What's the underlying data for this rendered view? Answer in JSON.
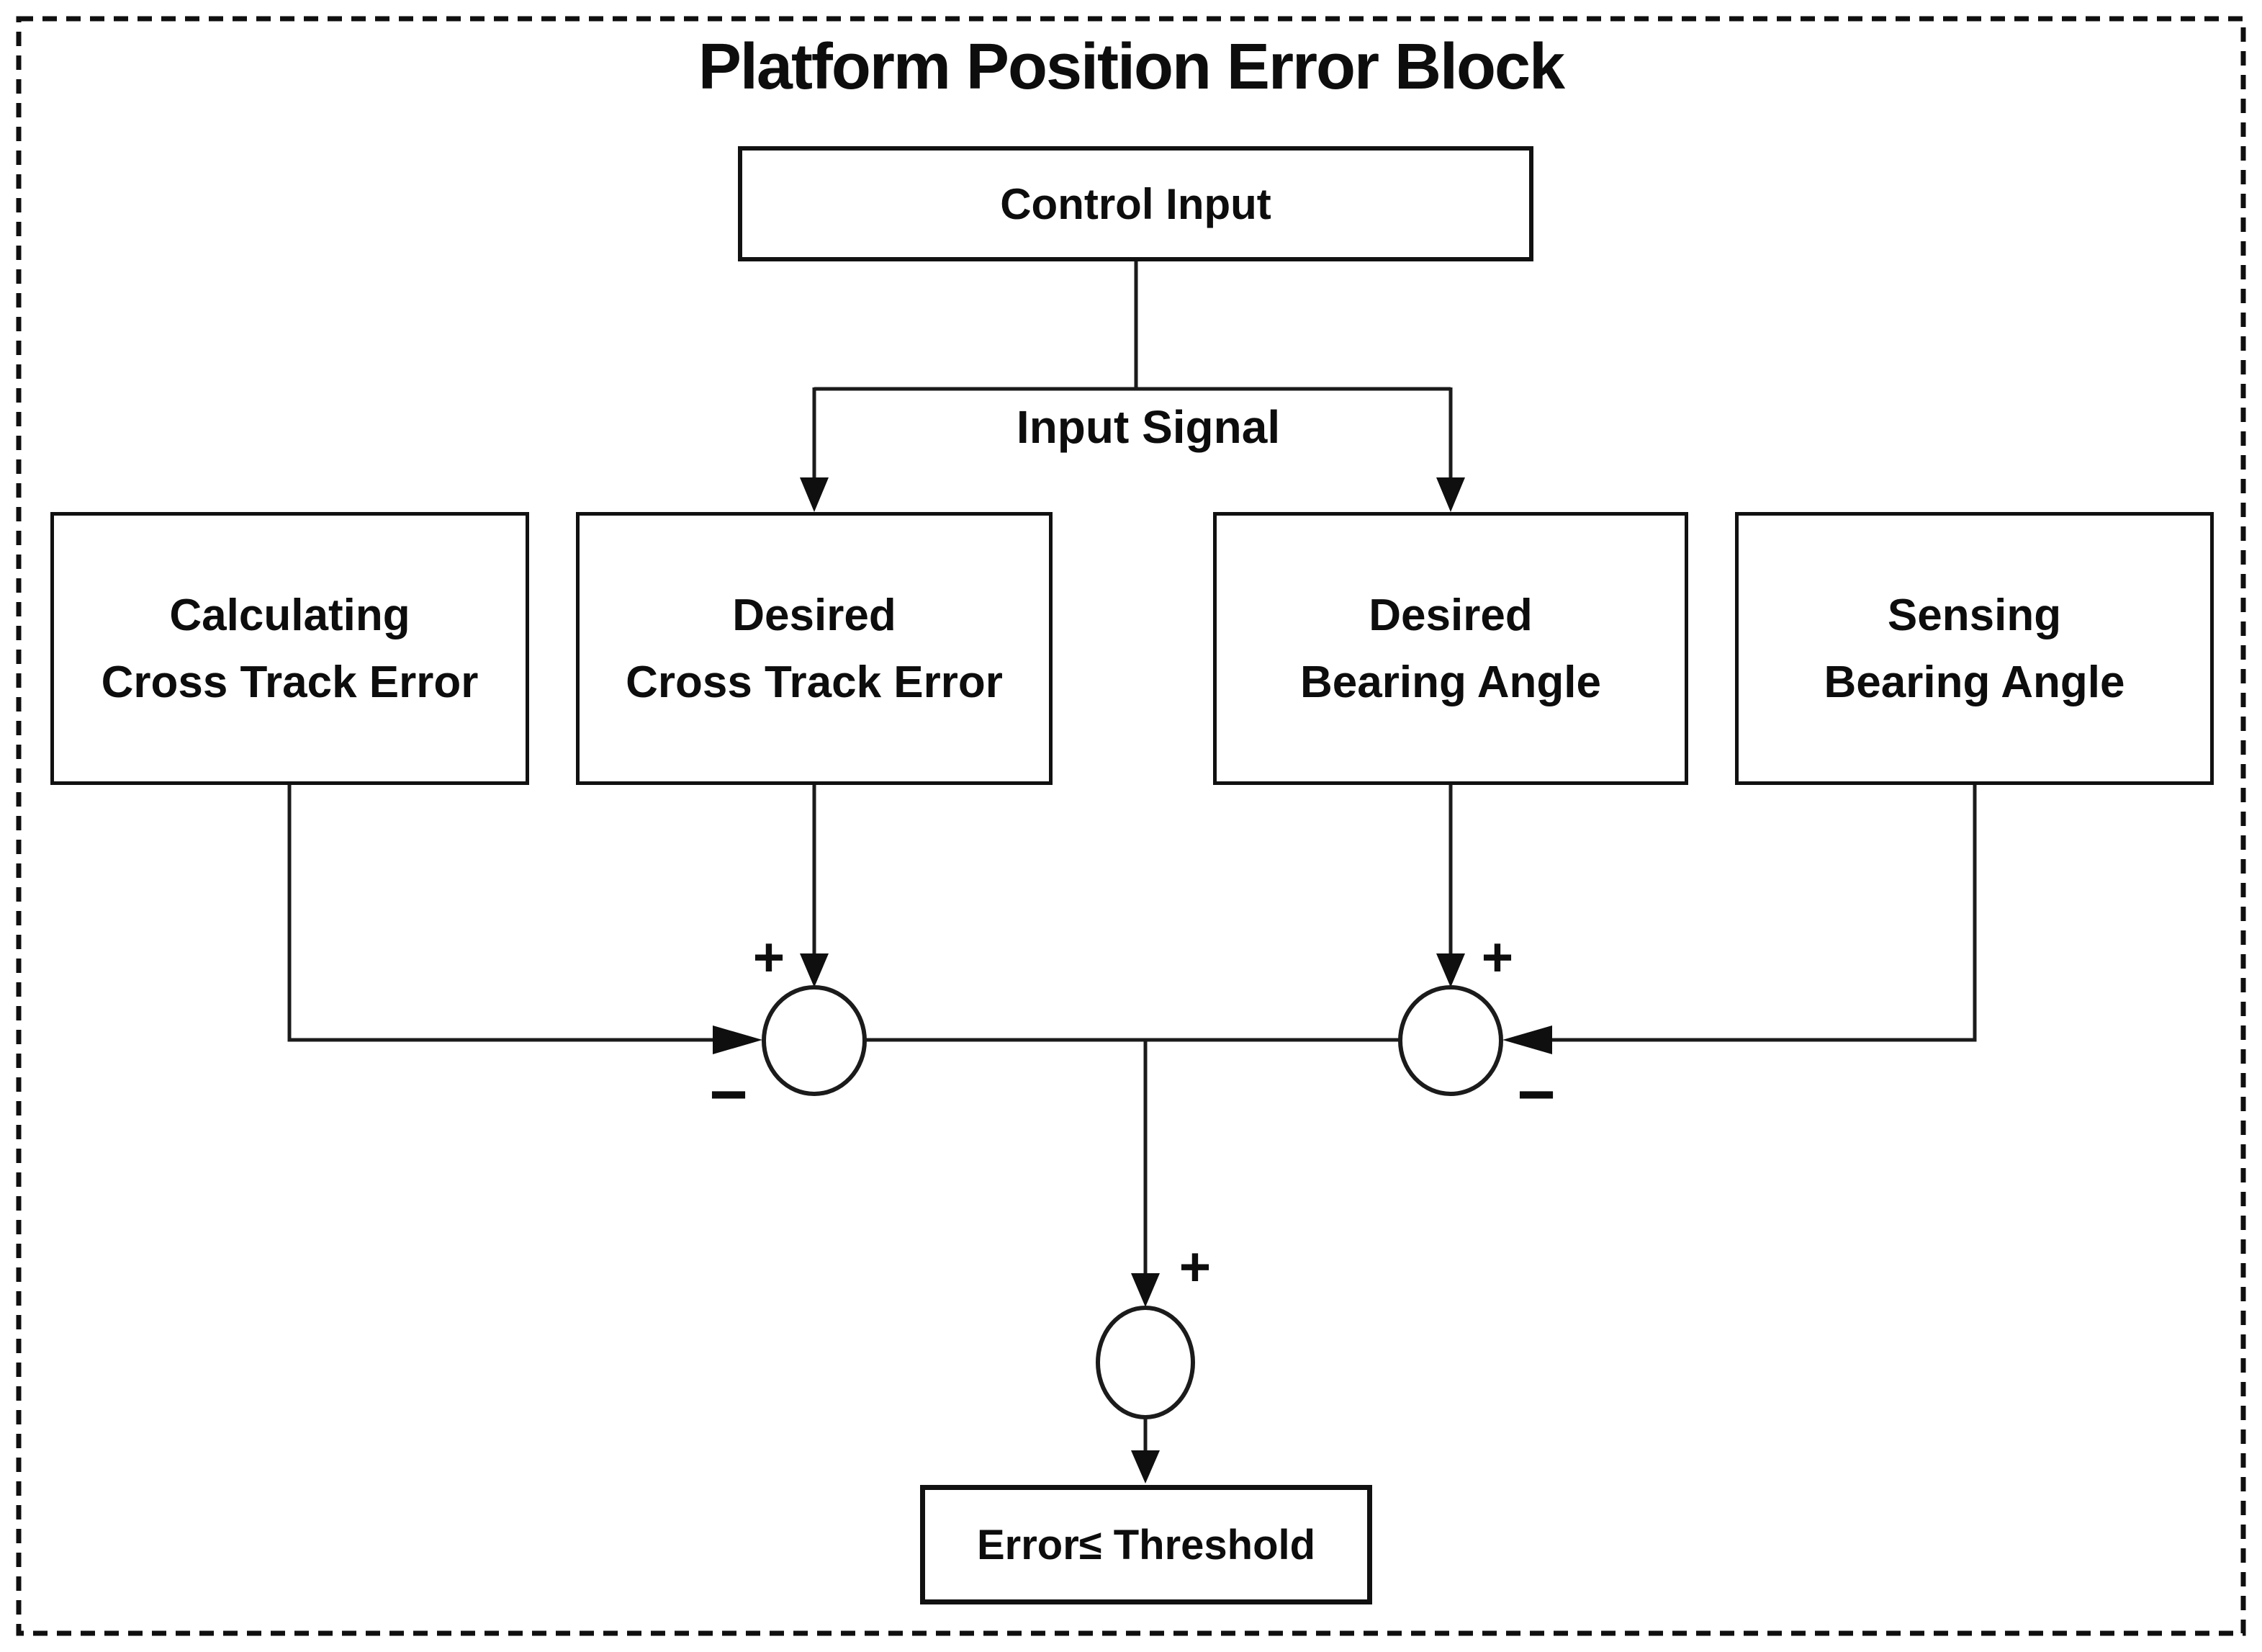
{
  "diagram": {
    "title": "Platform Position Error Block",
    "labels": {
      "input_signal": "Input Signal"
    },
    "nodes": {
      "control_input": {
        "label": "Control Input"
      },
      "calculating_cross_track_error": {
        "line1": "Calculating",
        "line2": "Cross Track Error"
      },
      "desired_cross_track_error": {
        "line1": "Desired",
        "line2": "Cross Track Error"
      },
      "desired_bearing_angle": {
        "line1": "Desired",
        "line2": "Bearing Angle"
      },
      "sensing_bearing_angle": {
        "line1": "Sensing",
        "line2": "Bearing Angle"
      },
      "error_threshold": {
        "label": "Error≤ Threshold"
      }
    },
    "junctions": {
      "cross_track_sum": {
        "plus": "+",
        "minus": "−"
      },
      "bearing_sum": {
        "plus": "+",
        "minus": "−"
      },
      "combined_sum": {
        "plus": "+"
      }
    },
    "colors": {
      "line": "#1b1b1b",
      "background": "#ffffff"
    }
  }
}
